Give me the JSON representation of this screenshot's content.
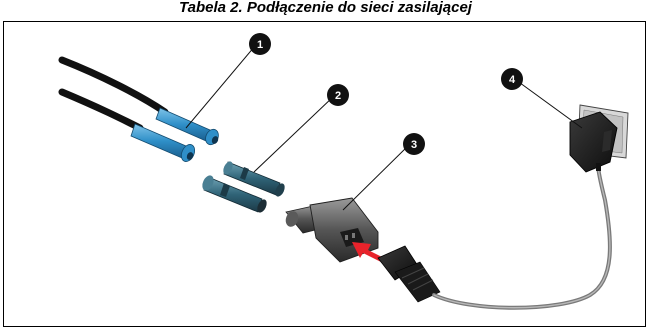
{
  "table": {
    "caption": "Tabela 2. Podłączenie do sieci zasilającej"
  },
  "figure": {
    "callouts": [
      "1",
      "2",
      "3",
      "4"
    ]
  }
}
